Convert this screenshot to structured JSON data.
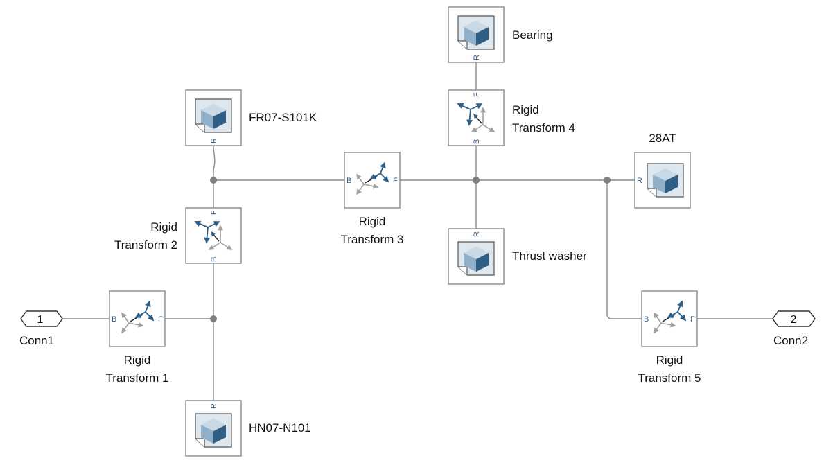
{
  "diagram": {
    "blocks": {
      "conn1": {
        "number": "1",
        "label": "Conn1"
      },
      "conn2": {
        "number": "2",
        "label": "Conn2"
      },
      "rt1": {
        "line1": "Rigid",
        "line2": "Transform 1",
        "port_b": "B",
        "port_f": "F"
      },
      "rt2": {
        "line1": "Rigid",
        "line2": "Transform 2",
        "port_b": "B",
        "port_f": "F"
      },
      "rt3": {
        "line1": "Rigid",
        "line2": "Transform 3",
        "port_b": "B",
        "port_f": "F"
      },
      "rt4": {
        "line1": "Rigid",
        "line2": "Transform 4",
        "port_b": "B",
        "port_f": "F"
      },
      "rt5": {
        "line1": "Rigid",
        "line2": "Transform 5",
        "port_b": "B",
        "port_f": "F"
      },
      "fr07": {
        "label": "FR07-S101K",
        "port_r": "R"
      },
      "hn07": {
        "label": "HN07-N101",
        "port_r": "R"
      },
      "bearing": {
        "label": "Bearing",
        "port_r": "R"
      },
      "thrust": {
        "label": "Thrust washer",
        "port_r": "R"
      },
      "at28": {
        "label": "28AT",
        "port_r": "R"
      }
    },
    "colors": {
      "block_border": "#8c8c8c",
      "line": "#8c8c8c",
      "junction": "#7f7f7f",
      "arrow_dark": "#2f5f86",
      "arrow_light": "#a0a0a0",
      "solid_dark": "#2f5f86",
      "solid_light": "#a9c3d6"
    }
  }
}
